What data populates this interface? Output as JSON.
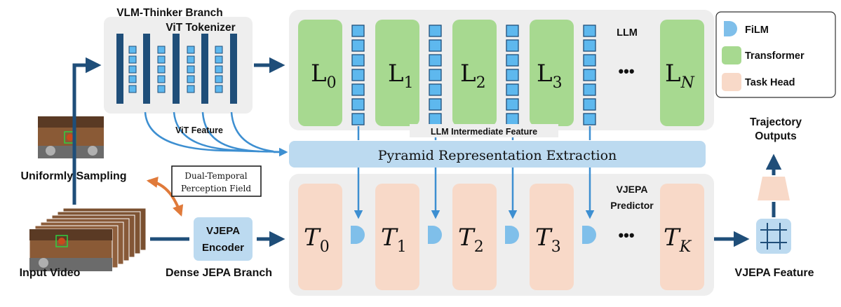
{
  "vlm_branch": {
    "title": "VLM-Thinker Branch",
    "tokenizer": "ViT Tokenizer",
    "vit_feature": "ViT Feature"
  },
  "llm": {
    "title": "LLM",
    "layers": [
      {
        "base": "L",
        "sub": "0"
      },
      {
        "base": "L",
        "sub": "1"
      },
      {
        "base": "L",
        "sub": "2"
      },
      {
        "base": "L",
        "sub": "3"
      },
      {
        "base": "L",
        "sub": "N"
      }
    ],
    "ellipsis": "•••",
    "intermediate_feature": "LLM Intermediate Feature"
  },
  "pyramid": {
    "label": "Pyramid Representation Extraction"
  },
  "predictor": {
    "title_line1": "VJEPA",
    "title_line2": "Predictor",
    "heads": [
      {
        "base": "T",
        "sub": "0"
      },
      {
        "base": "T",
        "sub": "1"
      },
      {
        "base": "T",
        "sub": "2"
      },
      {
        "base": "T",
        "sub": "3"
      },
      {
        "base": "T",
        "sub": "K"
      }
    ],
    "ellipsis": "•••"
  },
  "legend": {
    "items": [
      {
        "label": "FiLM",
        "color": "#7fbfea"
      },
      {
        "label": "Transformer",
        "color": "#a7d990"
      },
      {
        "label": "Task Head",
        "color": "#f8d9c8"
      }
    ]
  },
  "left": {
    "uniform_sampling": "Uniformly Sampling",
    "dual_temporal_line1": "Dual-Temporal",
    "dual_temporal_line2": "Perception Field",
    "input_video": "Input Video"
  },
  "encoder": {
    "line1": "VJEPA",
    "line2": "Encoder",
    "branch": "Dense JEPA Branch"
  },
  "outputs": {
    "traj_line1": "Trajectory",
    "traj_line2": "Outputs",
    "vjepa_feature": "VJEPA Feature"
  },
  "colors": {
    "navy": "#1f4e79",
    "arrow_blue": "#3d8fd1",
    "film_blue": "#7fbfea",
    "token_blue": "#5eb8ee",
    "green": "#a7d990",
    "peach": "#f8d9c8",
    "panel_gray": "#eeeeee",
    "pyramid_bar": "#bcdaf0",
    "orange": "#e07a3a"
  }
}
